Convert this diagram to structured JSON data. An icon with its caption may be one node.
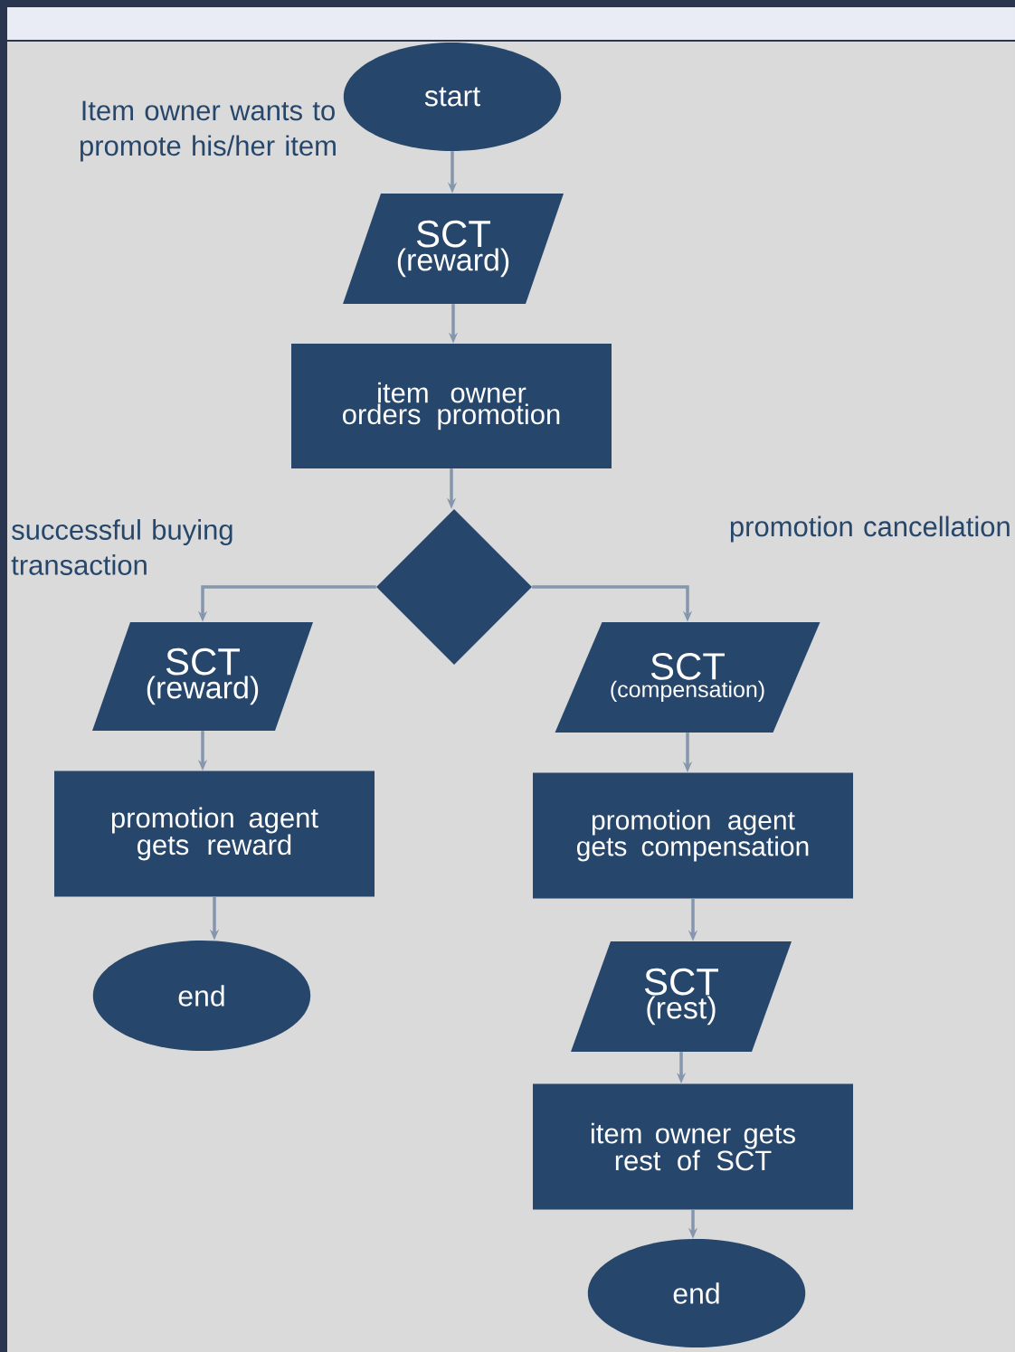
{
  "diagram": {
    "nodes": [
      {
        "text": [
          "start"
        ],
        "beside": [
          "Item owner wants to promote his/her item"
        ]
      },
      {
        "text": [
          "SCT",
          "(reward)"
        ]
      },
      {
        "text": [
          "item owner orders promotion"
        ]
      },
      {
        "text": [],
        "shape": "diamond"
      },
      {
        "text": [
          "SCT",
          "(reward)"
        ]
      },
      {
        "text": [
          "promotion agent gets reward"
        ]
      },
      {
        "text": [
          "end"
        ]
      },
      {
        "text": [
          "SCT",
          "(compensation)"
        ]
      },
      {
        "text": [
          "promotion agent gets compensation"
        ]
      },
      {
        "text": [
          "SCT",
          "(rest)"
        ]
      },
      {
        "text": [
          "item owner gets rest of SCT"
        ]
      },
      {
        "text": [
          "end"
        ]
      }
    ],
    "edges": [
      {
        "from": 0,
        "to": 1,
        "arrow": "to"
      },
      {
        "from": 1,
        "to": 2,
        "arrow": "to"
      },
      {
        "from": 2,
        "to": 3,
        "arrow": "to"
      },
      {
        "from": 3,
        "to": 4,
        "arrow": "to",
        "label": "successful buying transaction"
      },
      {
        "from": 3,
        "to": 7,
        "arrow": "to",
        "label": "promotion cancellation"
      },
      {
        "from": 4,
        "to": 5,
        "arrow": "to"
      },
      {
        "from": 5,
        "to": 6,
        "arrow": "to"
      },
      {
        "from": 7,
        "to": 8,
        "arrow": "to"
      },
      {
        "from": 8,
        "to": 9,
        "arrow": "to"
      },
      {
        "from": 9,
        "to": 10,
        "arrow": "to"
      },
      {
        "from": 10,
        "to": 11,
        "arrow": "to"
      }
    ]
  }
}
